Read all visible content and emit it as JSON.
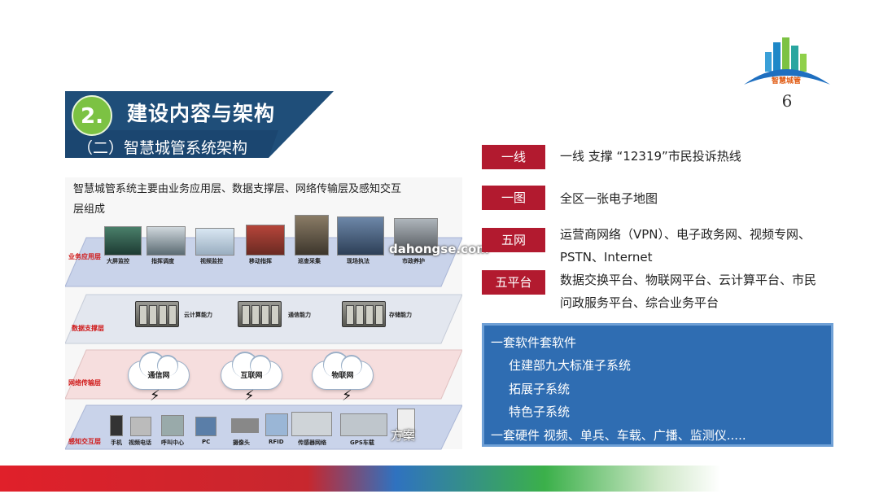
{
  "logo": {
    "text": "智慧城管"
  },
  "page_number": "6",
  "title": {
    "number": "2.",
    "main": "建设内容与架构",
    "sub": "（二）智慧城管系统架构"
  },
  "diagram": {
    "intro_line1": "智慧城管系统主要由业务应用层、数据支撑层、网络传输层及感知交互",
    "intro_line2": "层组成",
    "layers": {
      "app": "业务应用层",
      "data": "数据支撑层",
      "net": "网络传输层",
      "perception": "感知交互层"
    },
    "app_items": [
      "大屏监控",
      "指挥调度",
      "视频监控",
      "移动指挥",
      "巡查采集",
      "现场执法",
      "市政养护"
    ],
    "data_items": [
      "云计算能力",
      "通信能力",
      "存储能力"
    ],
    "net_items": [
      "通信网",
      "互联网",
      "物联网"
    ],
    "perception_items": [
      "手机",
      "视频电话",
      "呼叫中心",
      "PC",
      "摄像头",
      "RFID",
      "传感器网络",
      "GPS车载"
    ],
    "watermark": "dahongse.com",
    "watermark2": "方案"
  },
  "rows": [
    {
      "tag": "一线",
      "text": "一线 支撑 “12319”市民投诉热线"
    },
    {
      "tag": "一图",
      "text": "全区一张电子地图"
    },
    {
      "tag": "五网",
      "text": "运营商网络（VPN）、电子政务网、视频专网、",
      "text2": "PSTN、Internet"
    },
    {
      "tag": "五平台",
      "text": "数据交换平台、物联网平台、云计算平台、市民",
      "text2": "问政服务平台、综合业务平台"
    }
  ],
  "box": {
    "line1": "一套软件套软件",
    "line2": "住建部九大标准子系统",
    "line3": "拓展子系统",
    "line4": "特色子系统",
    "line5": "一套硬件 视频、单兵、车载、广播、监测仪....."
  },
  "colors": {
    "title_bg": "#1f4e79",
    "tag_bg": "#b21a2f",
    "box_bg": "#2f6db2",
    "badge": "#7cc243"
  }
}
